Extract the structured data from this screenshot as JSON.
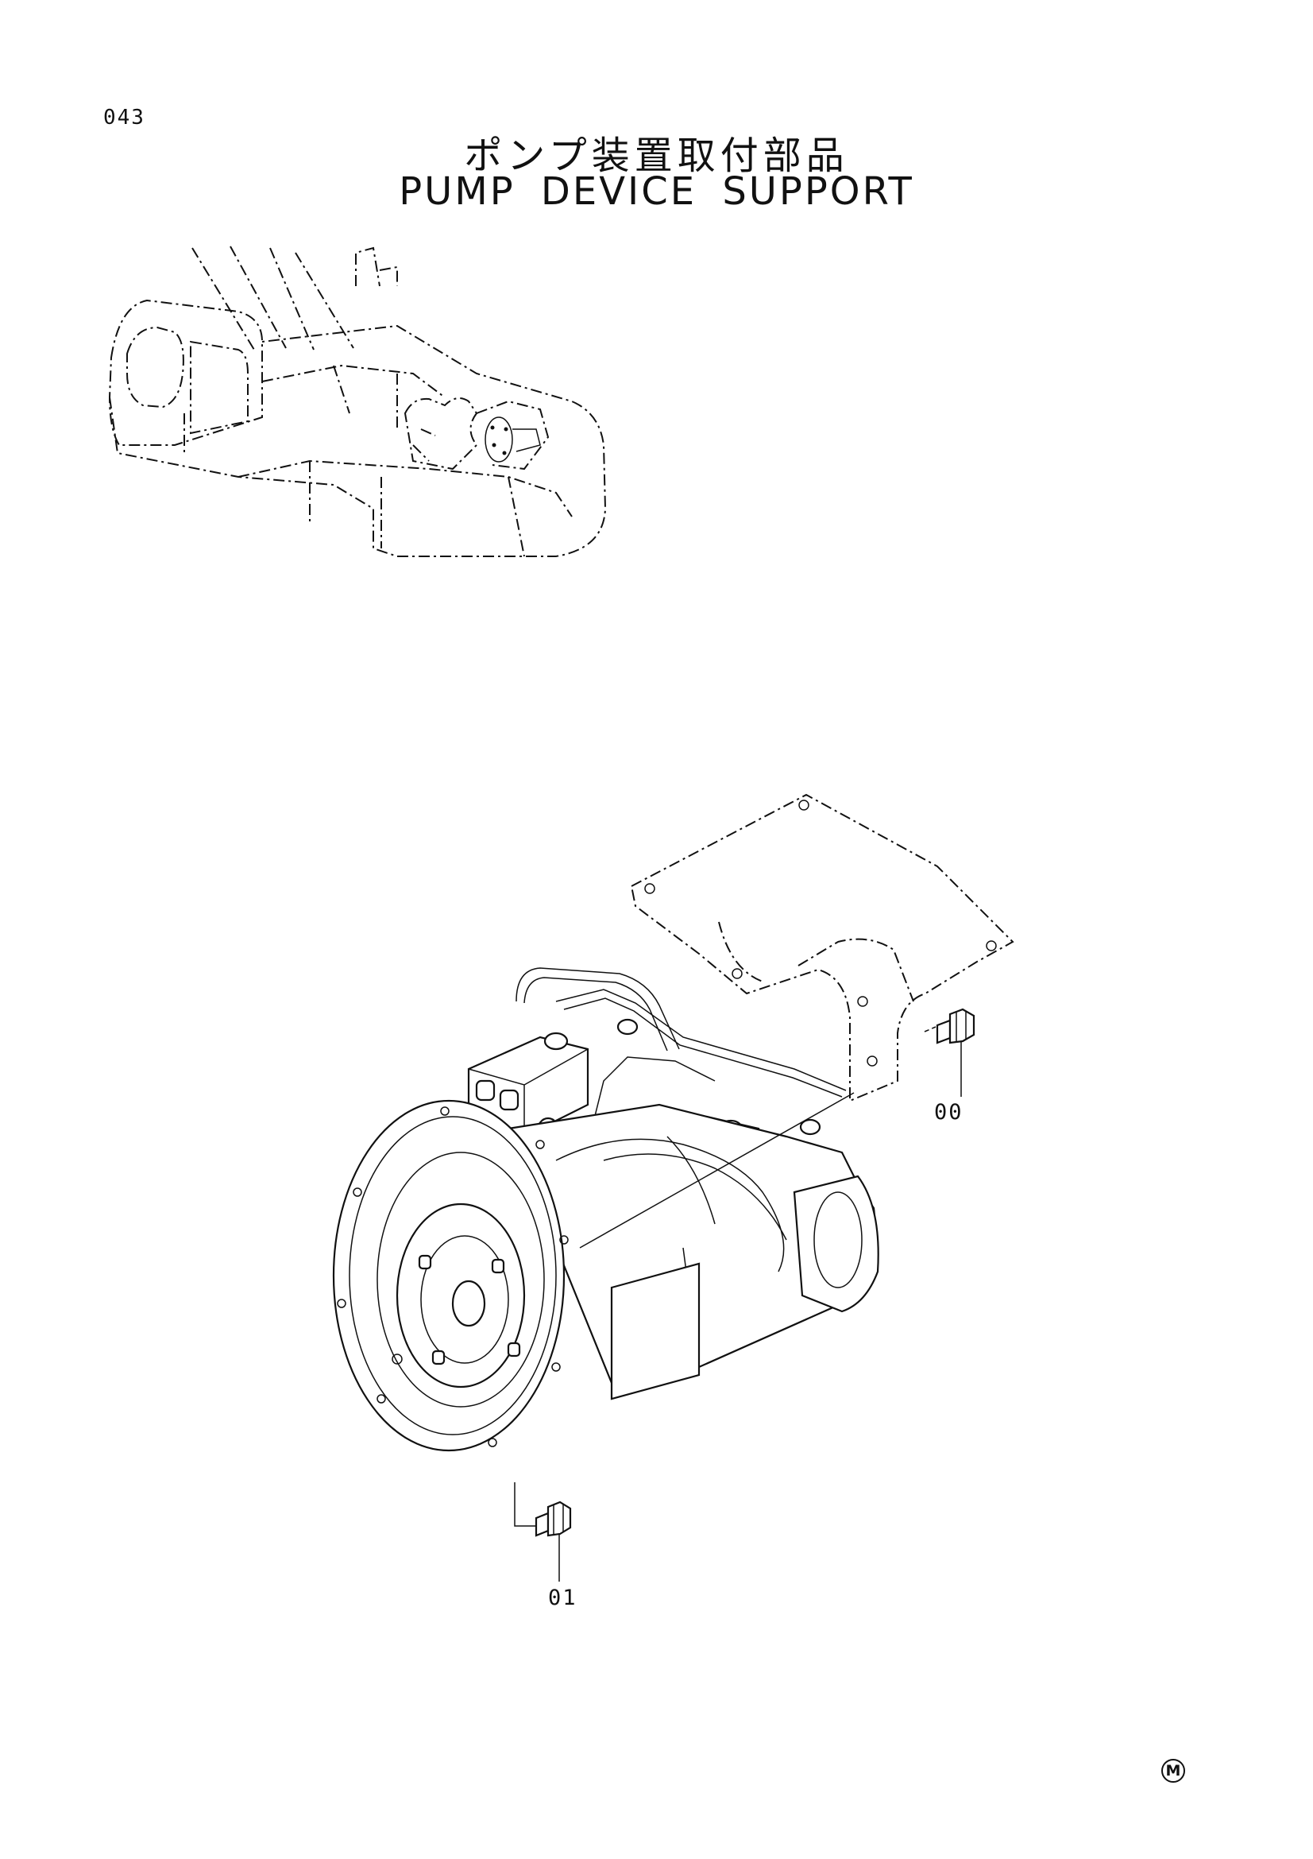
{
  "page": {
    "number": "043"
  },
  "title": {
    "japanese": "ポンプ装置取付部品",
    "english": "PUMP DEVICE SUPPORT"
  },
  "callouts": [
    {
      "id": "00",
      "label": "00"
    },
    {
      "id": "01",
      "label": "01"
    }
  ],
  "corner_mark": "M"
}
